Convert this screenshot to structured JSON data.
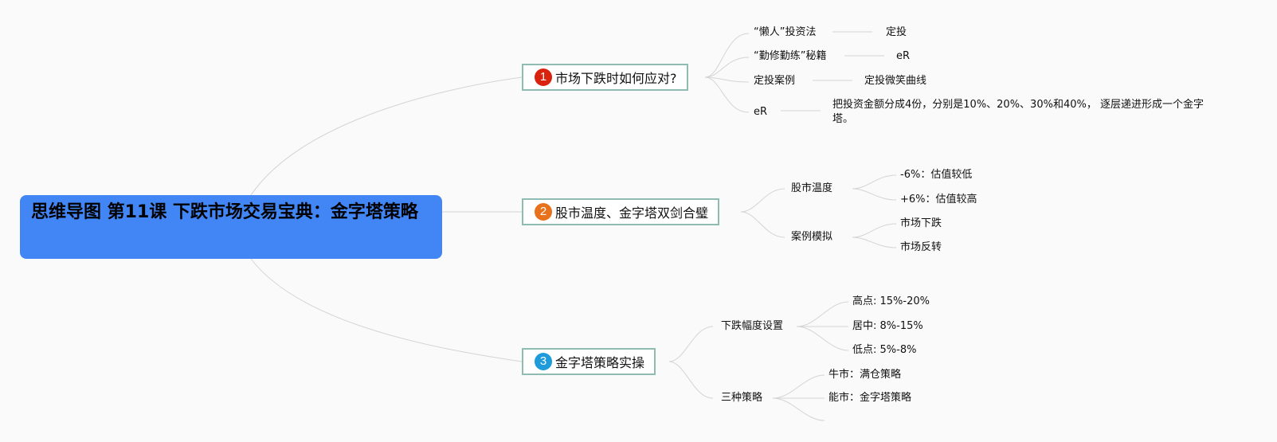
{
  "colors": {
    "root_bg": "#4285f4",
    "badge_1": "#d9230f",
    "badge_2": "#e8711c",
    "badge_3": "#1e9bdb",
    "branch_border": "#8fbcb0",
    "line": "#d4d4d4"
  },
  "root": {
    "title": "思维导图 第11课 下跌市场交易宝典：金字塔策略"
  },
  "branches": [
    {
      "number": "1",
      "label": "市场下跌时如何应对?",
      "children": [
        {
          "label": "“懒人”投资法",
          "child": "定投"
        },
        {
          "label": "“勤修勤练”秘籍",
          "child": "eR"
        },
        {
          "label": "定投案例",
          "child": "定投微笑曲线"
        },
        {
          "label": "eR",
          "child": "把投资金额分成4份，分别是10%、20%、30%和40%， 逐层递进形成一个金字塔。"
        }
      ]
    },
    {
      "number": "2",
      "label": "股市温度、金字塔双剑合璧",
      "children": [
        {
          "label": "股市温度",
          "children": [
            "-6%：估值较低",
            "+6%：估值较高"
          ]
        },
        {
          "label": "案例模拟",
          "children": [
            "市场下跌",
            "市场反转"
          ]
        }
      ]
    },
    {
      "number": "3",
      "label": "金字塔策略实操",
      "children": [
        {
          "label": "下跌幅度设置",
          "children": [
            "高点: 15%-20%",
            "居中: 8%-15%",
            "低点: 5%-8%"
          ]
        },
        {
          "label": "三种策略",
          "children": [
            "牛市：满仓策略",
            "能市：金字塔策略",
            ""
          ]
        }
      ]
    }
  ]
}
